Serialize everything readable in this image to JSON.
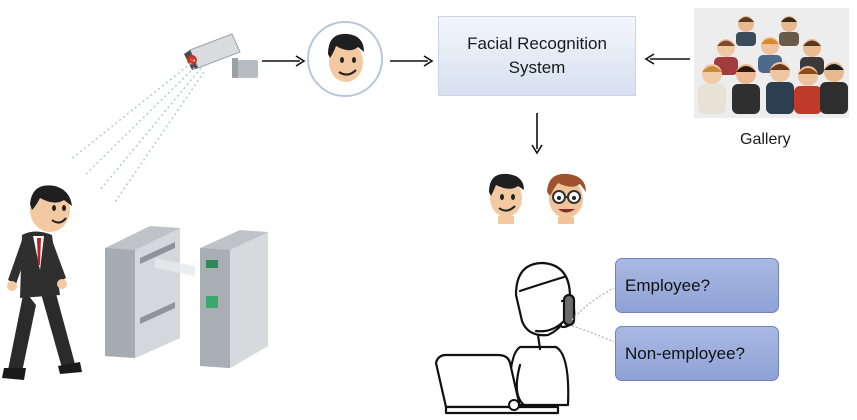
{
  "system_box": {
    "line1": "Facial Recognition",
    "line2": "System"
  },
  "gallery": {
    "label": "Gallery"
  },
  "questions": [
    {
      "label": "Employee?"
    },
    {
      "label": "Non-employee?"
    }
  ]
}
